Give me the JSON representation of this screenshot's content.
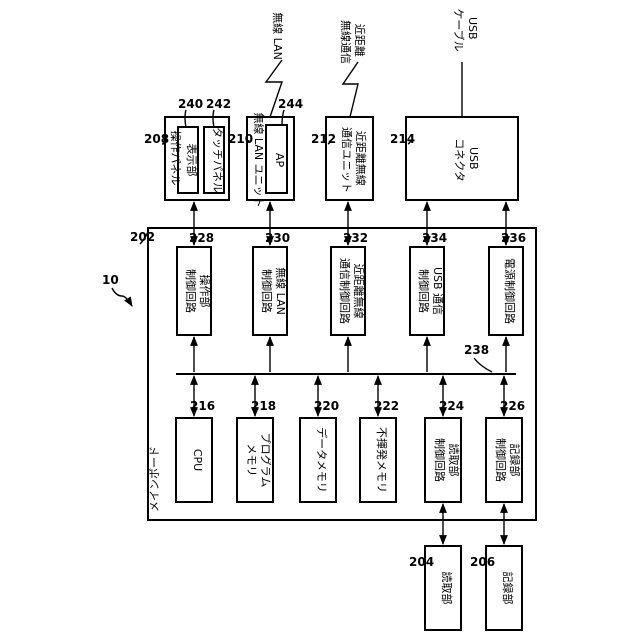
{
  "board": {
    "label": "メインボード",
    "ref": "202"
  },
  "fig_ref": "10",
  "bus_ref": "238",
  "units": {
    "panel": {
      "lines": [
        "操作パネル"
      ],
      "ref": "208"
    },
    "display": {
      "lines": [
        "表示部"
      ],
      "ref": "240"
    },
    "touch": {
      "lines": [
        "タッチパネル"
      ],
      "ref": "242"
    },
    "wlan_unit": {
      "lines": [
        "無線 LAN ユニット"
      ],
      "ref": "210"
    },
    "ap": {
      "lines": [
        "AP"
      ],
      "ref": "244"
    },
    "nfc_unit": {
      "lines": [
        "近距離無線",
        "通信ユニット"
      ],
      "ref": "212"
    },
    "usb_conn": {
      "lines": [
        "USB",
        "コネクタ"
      ],
      "ref": "214"
    }
  },
  "top_labels": {
    "wlan": [
      "無線 LAN"
    ],
    "nfc": [
      "近距離",
      "無線通信"
    ],
    "usb": [
      "USB",
      "ケーブル"
    ]
  },
  "controllers": [
    {
      "lines": [
        "操作部",
        "制御回路"
      ],
      "ref": "228"
    },
    {
      "lines": [
        "無線 LAN",
        "制御回路"
      ],
      "ref": "230"
    },
    {
      "lines": [
        "近距離無線",
        "通信制御回路"
      ],
      "ref": "232"
    },
    {
      "lines": [
        "USB 通信",
        "制御回路"
      ],
      "ref": "234"
    },
    {
      "lines": [
        "電源制御回路"
      ],
      "ref": "236"
    }
  ],
  "lower": [
    {
      "lines": [
        "CPU"
      ],
      "ref": "216"
    },
    {
      "lines": [
        "プログラム",
        "メモリ"
      ],
      "ref": "218"
    },
    {
      "lines": [
        "データメモリ"
      ],
      "ref": "220"
    },
    {
      "lines": [
        "不揮発メモリ"
      ],
      "ref": "222"
    },
    {
      "lines": [
        "読取部",
        "制御回路"
      ],
      "ref": "224"
    },
    {
      "lines": [
        "記録部",
        "制御回路"
      ],
      "ref": "226"
    }
  ],
  "external": [
    {
      "lines": [
        "読取部"
      ],
      "ref": "204"
    },
    {
      "lines": [
        "記録部"
      ],
      "ref": "206"
    }
  ]
}
